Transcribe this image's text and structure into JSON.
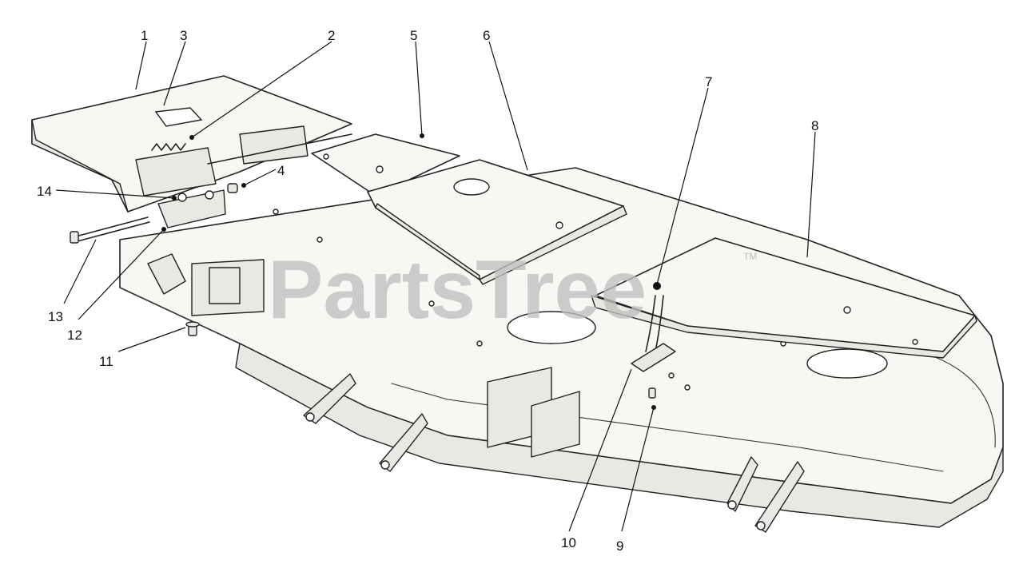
{
  "watermark": {
    "text": "PartsTree",
    "trademark": "TM"
  },
  "callouts": [
    {
      "id": "c1",
      "label": "1"
    },
    {
      "id": "c3",
      "label": "3"
    },
    {
      "id": "c2",
      "label": "2"
    },
    {
      "id": "c5",
      "label": "5"
    },
    {
      "id": "c6",
      "label": "6"
    },
    {
      "id": "c7",
      "label": "7"
    },
    {
      "id": "c8",
      "label": "8"
    },
    {
      "id": "c4",
      "label": "4"
    },
    {
      "id": "c14",
      "label": "14"
    },
    {
      "id": "c13",
      "label": "13"
    },
    {
      "id": "c12",
      "label": "12"
    },
    {
      "id": "c11",
      "label": "11"
    },
    {
      "id": "c10",
      "label": "10"
    },
    {
      "id": "c9",
      "label": "9"
    }
  ]
}
